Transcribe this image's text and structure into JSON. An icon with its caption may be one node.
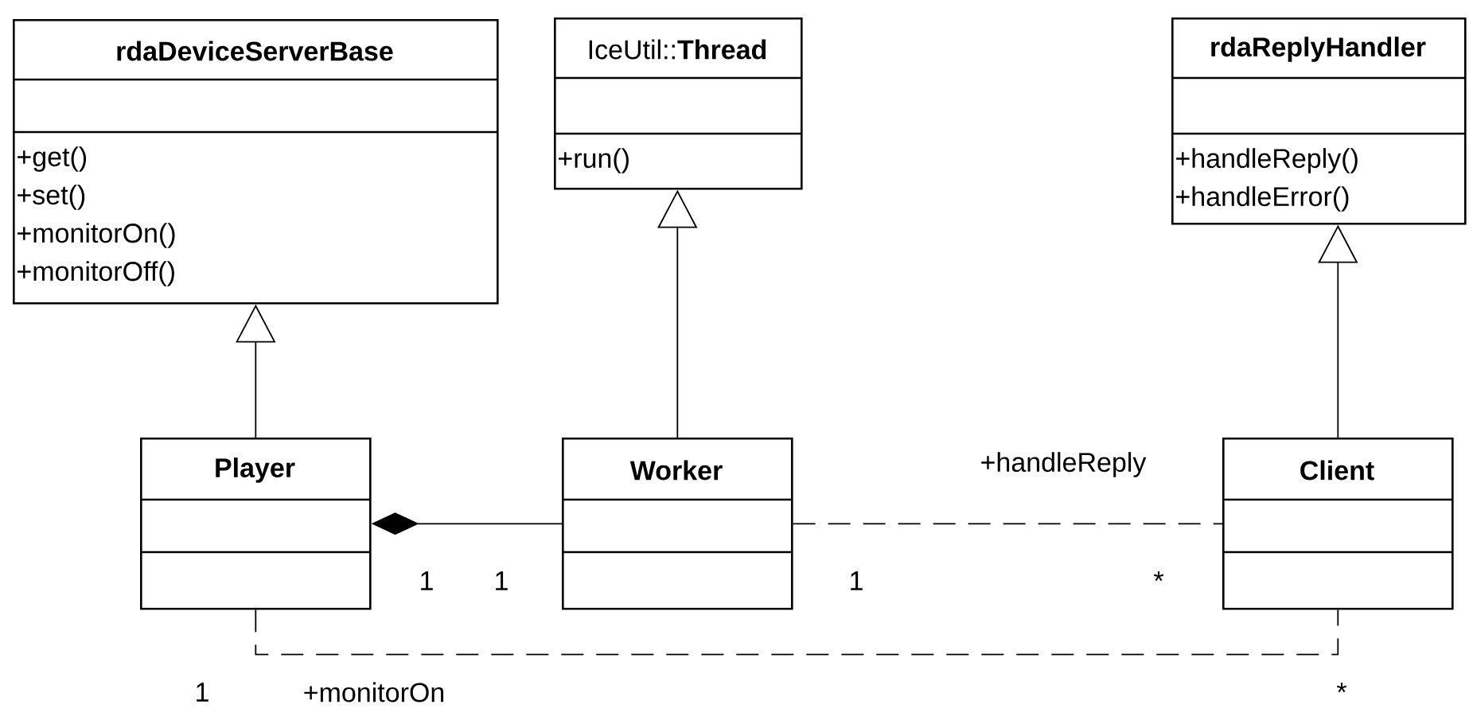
{
  "diagram": {
    "nodes": [
      {
        "text": [
          "rdaDeviceServerBase",
          "+get()",
          "+set()",
          "+monitorOn()",
          "+monitorOff()"
        ]
      },
      {
        "text": [
          "IceUtil::**Thread**",
          "+run()"
        ]
      },
      {
        "text": [
          "rdaReplyHandler",
          "+handleReply()",
          "+handleError()"
        ]
      },
      {
        "text": [
          "Player"
        ]
      },
      {
        "text": [
          "Worker"
        ]
      },
      {
        "text": [
          "Client"
        ]
      }
    ],
    "edges": [
      {
        "from": 3,
        "to": 0,
        "arrow": "to"
      },
      {
        "from": 4,
        "to": 1,
        "arrow": "to"
      },
      {
        "from": 5,
        "to": 2,
        "arrow": "to"
      },
      {
        "from": 3,
        "to": 4,
        "arrow": "other"
      },
      {
        "from": 4,
        "to": 5,
        "arrow": "none",
        "style": "dashed",
        "label": "+handleReply"
      },
      {
        "from": 3,
        "to": 5,
        "arrow": "none",
        "style": "dashed",
        "label": "+monitorOn"
      }
    ],
    "labels": [
      "1",
      "1",
      "1",
      "*",
      "1",
      "*"
    ]
  }
}
